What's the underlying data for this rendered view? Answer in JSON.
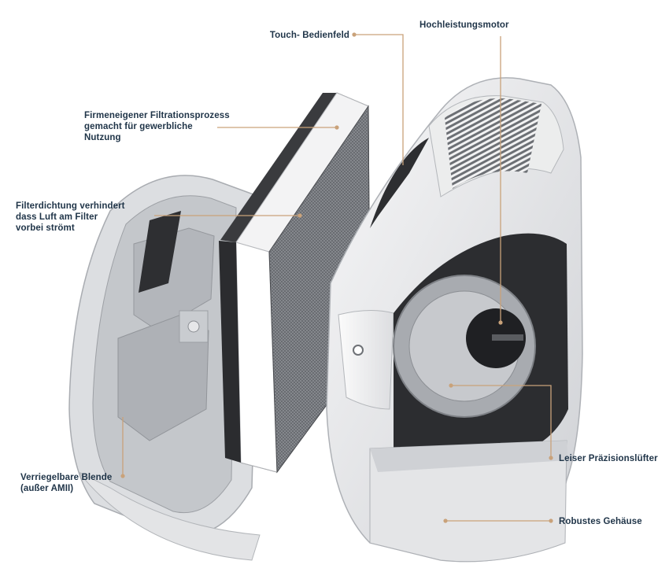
{
  "colors": {
    "leader": "#c9a27a",
    "text": "#1f3448",
    "housing": "#e9eaec",
    "housing_shadow": "#b9bcc1",
    "dark": "#2b2c2f",
    "filter_mesh": "#6b6e73"
  },
  "labels": {
    "touch_panel": "Touch- Bedienfeld",
    "motor": "Hochleistungsmotor",
    "filtration": [
      "Firmeneigener Filtrationsprozess",
      "gemacht für gewerbliche",
      "Nutzung"
    ],
    "seal": [
      "Filterdichtung verhindert",
      "dass Luft am Filter",
      "vorbei strömt"
    ],
    "blende": [
      "Verriegelbare Blende",
      "(außer AMII)"
    ],
    "fan": "Leiser Präzisionslüfter",
    "housing": "Robustes Gehäuse"
  }
}
